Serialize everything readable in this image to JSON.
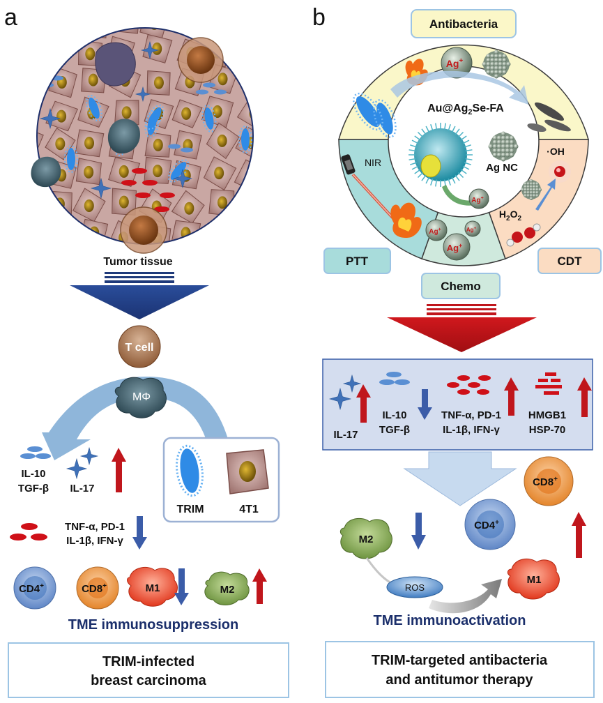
{
  "panel_a": {
    "letter": "a",
    "tumor_tissue_label": "Tumor tissue",
    "t_cell_label": "T cell",
    "macrophage_label": "MΦ",
    "box_trim_label": "TRIM",
    "box_4t1_label": "4T1",
    "cytokines_suppressive": [
      "IL-10",
      "TGF-β"
    ],
    "il17_label": "IL-17",
    "inflammatory_line1": "TNF-α, PD-1",
    "inflammatory_line2": "IL-1β, IFN-γ",
    "cells": {
      "cd4": "CD4",
      "cd8": "CD8",
      "m1": "M1",
      "m2": "M2",
      "sup": "+"
    },
    "caption": "TME immunosuppression",
    "footer_line1": "TRIM-infected",
    "footer_line2": "breast carcinoma"
  },
  "panel_b": {
    "letter": "b",
    "antibacteria_label": "Antibacteria",
    "core_label": "Au@Ag",
    "core_sub": "2",
    "core_suffix": "Se-FA",
    "ag_nc_label": "Ag NC",
    "ag_ion": "Ag",
    "ag_sup": "+",
    "nir_label": "NIR",
    "oh_label": "·OH",
    "h2o2_h": "H",
    "h2o2_sub": "2",
    "h2o2_o": "O",
    "ptt_label": "PTT",
    "cdt_label": "CDT",
    "chemo_label": "Chemo",
    "il17_label": "IL-17",
    "suppressive": [
      "IL-10",
      "TGF-β"
    ],
    "inflammatory_line1": "TNF-α, PD-1",
    "inflammatory_line2": "IL-1β, IFN-γ",
    "damp": [
      "HMGB1",
      "HSP-70"
    ],
    "cells": {
      "m2": "M2",
      "ros": "ROS",
      "m1": "M1",
      "cd4": "CD4",
      "cd8": "CD8",
      "sup": "+"
    },
    "caption": "TME immunoactivation",
    "footer_line1": "TRIM-targeted antibacteria",
    "footer_line2": "and antitumor therapy"
  },
  "colors": {
    "navy": "#1f3a7a",
    "red_arrow": "#c0161c",
    "blue_arrow": "#3b5ca8",
    "light_blue_arrow": "#a9c7e3",
    "caption_blue": "#1b2f6b",
    "box_border": "#9cc4e4",
    "panel_fill": "#d4ddef"
  }
}
